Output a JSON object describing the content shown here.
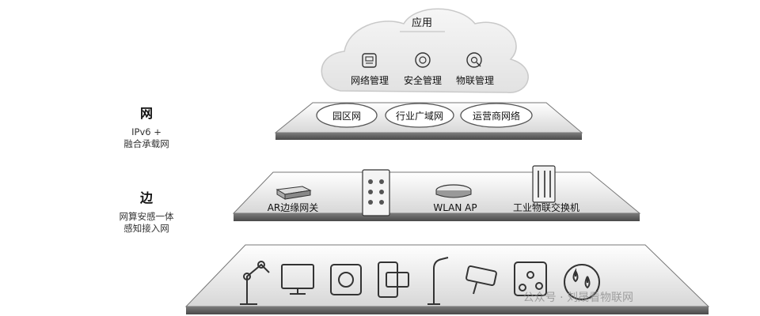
{
  "cloud": {
    "title": "应用",
    "items": [
      {
        "label": "网络管理",
        "icon": "network-management-icon"
      },
      {
        "label": "安全管理",
        "icon": "security-management-icon"
      },
      {
        "label": "物联管理",
        "icon": "iot-management-icon"
      }
    ]
  },
  "net_layer": {
    "title": "网",
    "subtitle_lines": [
      "IPv6 +",
      "融合承载网"
    ],
    "networks": [
      "园区网",
      "行业广域网",
      "运营商网络"
    ]
  },
  "edge_layer": {
    "title": "边",
    "subtitle_lines": [
      "网算安感一体",
      "感知接入网"
    ],
    "devices": [
      {
        "label": "AR边缘网关",
        "icon": "ar-gateway-icon"
      },
      {
        "label": "",
        "icon": "panel-device-icon"
      },
      {
        "label": "WLAN AP",
        "icon": "wlan-ap-icon"
      },
      {
        "label": "工业物联交换机",
        "icon": "industrial-switch-icon"
      }
    ]
  },
  "end_layer": {
    "devices": [
      "robot-arm-icon",
      "monitor-icon",
      "gear-chip-icon",
      "mobile-card-icon",
      "street-light-icon",
      "camera-icon",
      "sensor-node-icon",
      "water-drop-sensor-icon"
    ]
  },
  "watermark": "公众号 · 刘晟看物联网"
}
